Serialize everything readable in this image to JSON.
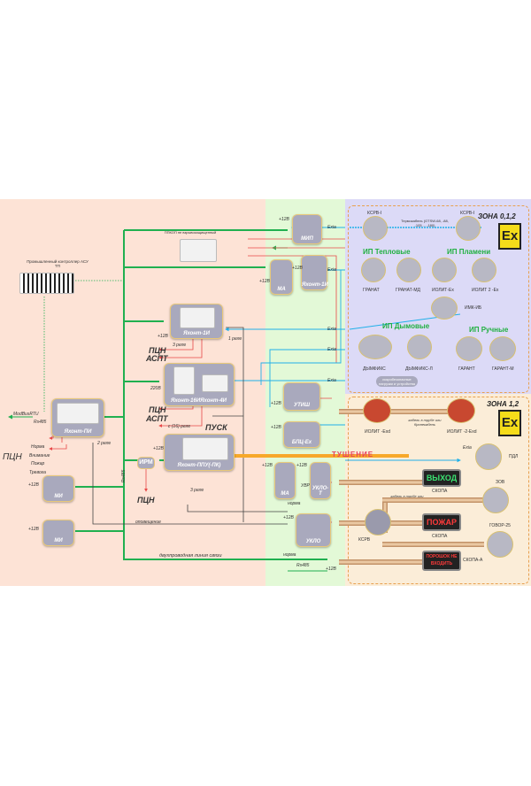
{
  "zones": {
    "zone_012": {
      "title": "ЗОНА 0,1,2",
      "ex_mark": "Ex"
    },
    "zone_12": {
      "title": "ЗОНА 1,2",
      "ex_mark": "Ex"
    }
  },
  "controller": {
    "label": "Промышленный контроллер АСУ ТП"
  },
  "ppkop": {
    "label": "ППКОП не взрывозащищенный"
  },
  "devices": {
    "main_panel": "Яхонт-ПИ",
    "yahont1i": "Яхонт-1И",
    "yahont16i": "Яхонт-16И",
    "yahont4i": "Яхонт-4И",
    "yahont_ppu": "Яхонт-ППУ(-ПК)",
    "irm": "ИРМ",
    "mi1": "МИ",
    "mi2": "МИ",
    "mip": "МИП",
    "ma_top": "МА",
    "yager1i": "Яхонт-1И",
    "utish": "УТИШ",
    "bpc_ex": "БПЦ-Ex",
    "ma_bottom": "МА",
    "uklo_t": "УКЛО-Т",
    "uklo": "УКЛО"
  },
  "labels": {
    "modbus": "ModBusRTU",
    "rs485": "Rs485",
    "rs485_v": "Rs485",
    "rs485_bottom": "Rs485",
    "ptsn_group": "ПЦН",
    "outputs": [
      "Норма",
      "Внимание",
      "Пожар",
      "Тревога"
    ],
    "plus12": "+12В",
    "v220": "220В",
    "relay3": "3 реле",
    "relay1": "1 реле",
    "relay2": "2 реле",
    "relay1_16": "с (16) реле",
    "ptsn": "ПЦН",
    "aspt": "АСПТ",
    "pusk": "ПУСК",
    "opoveshenie": "оповещение",
    "two_wire": "двухпроводная линия связи",
    "exia": "Exia",
    "norma": "норма",
    "uvr": "УВР",
    "tushenie": "ТУШЕНИЕ",
    "cable_pipe": "кабель в трубе или бронекабель"
  },
  "zone012_items": {
    "ksrv_left": "КСРВ-I",
    "ksrv_right": "КСРВ-I",
    "thermocable": "Термокабель (GTSW-68, -88, -105 ... -180)",
    "heat_header": "ИП Тепловые",
    "flame_header": "ИП Пламени",
    "smoke_header": "ИП Дымовые",
    "manual_header": "ИП Ручные",
    "granat": "ГРАНАТ",
    "granat_md": "ГРАНАТ-МД",
    "iolit_ex": "ИОЛИТ-Ex",
    "iolit2_ex": "ИОЛИТ 2 -Ex",
    "imk_ib": "ИМК-ИБ",
    "dymfiks": "ДЫМФИКС",
    "dymfiks_l": "ДЫМФИКС-Л",
    "garant": "ГАРАНТ",
    "garant_m": "ГАРАНТ-М",
    "intrinsic_note": "искробезопасные нагрузки и устройства"
  },
  "zone12_items": {
    "iolit_exd": "ИОЛИТ -Exd",
    "iolit2_exd": "ИОЛИТ -2-Exd",
    "pdl": "ПДЛ",
    "exit_sign": "ВЫХОД",
    "skopa1": "СКОПА",
    "fire_sign": "ПОЖАР",
    "skopa2": "СКОПА",
    "powder_sign": "ПОРОШОК НЕ ВХОДИТЬ",
    "skopa_a": "СКОПА-А",
    "zov": "ЗОВ",
    "govor": "ГОВОР-25",
    "ksrv": "КСРВ"
  }
}
